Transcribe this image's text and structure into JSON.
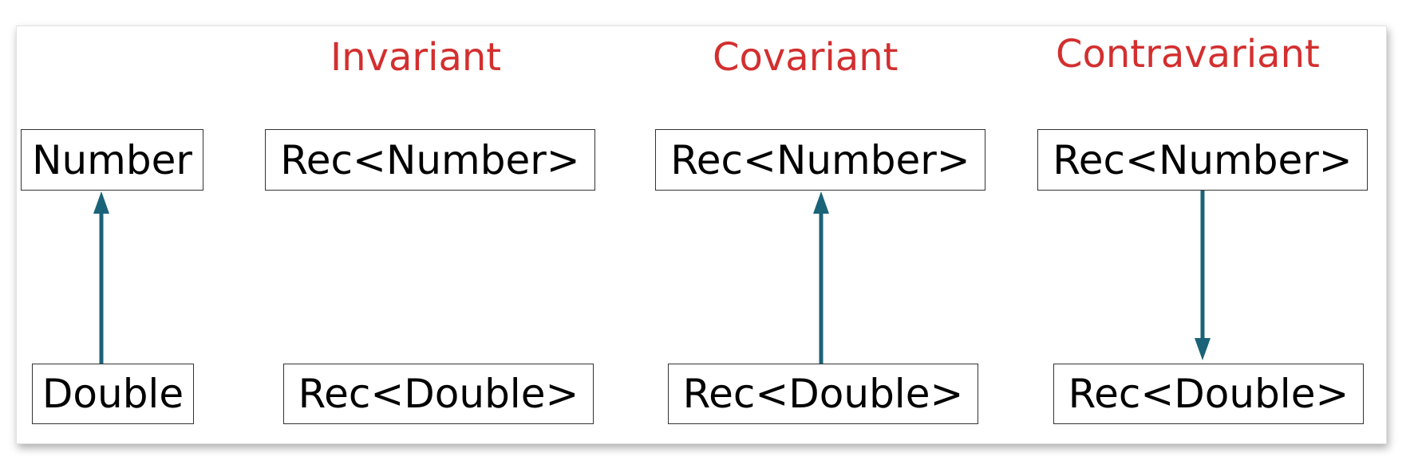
{
  "colors": {
    "heading": "#d32f2f",
    "arrow": "#1b6378",
    "box_border": "#333333",
    "text": "#000000"
  },
  "headings": {
    "invariant": "Invariant",
    "covariant": "Covariant",
    "contravariant": "Contravariant"
  },
  "base": {
    "top": "Number",
    "bottom": "Double"
  },
  "invariant": {
    "top": "Rec<Number>",
    "bottom": "Rec<Double>"
  },
  "covariant": {
    "top": "Rec<Number>",
    "bottom": "Rec<Double>"
  },
  "contravariant": {
    "top": "Rec<Number>",
    "bottom": "Rec<Double>"
  }
}
